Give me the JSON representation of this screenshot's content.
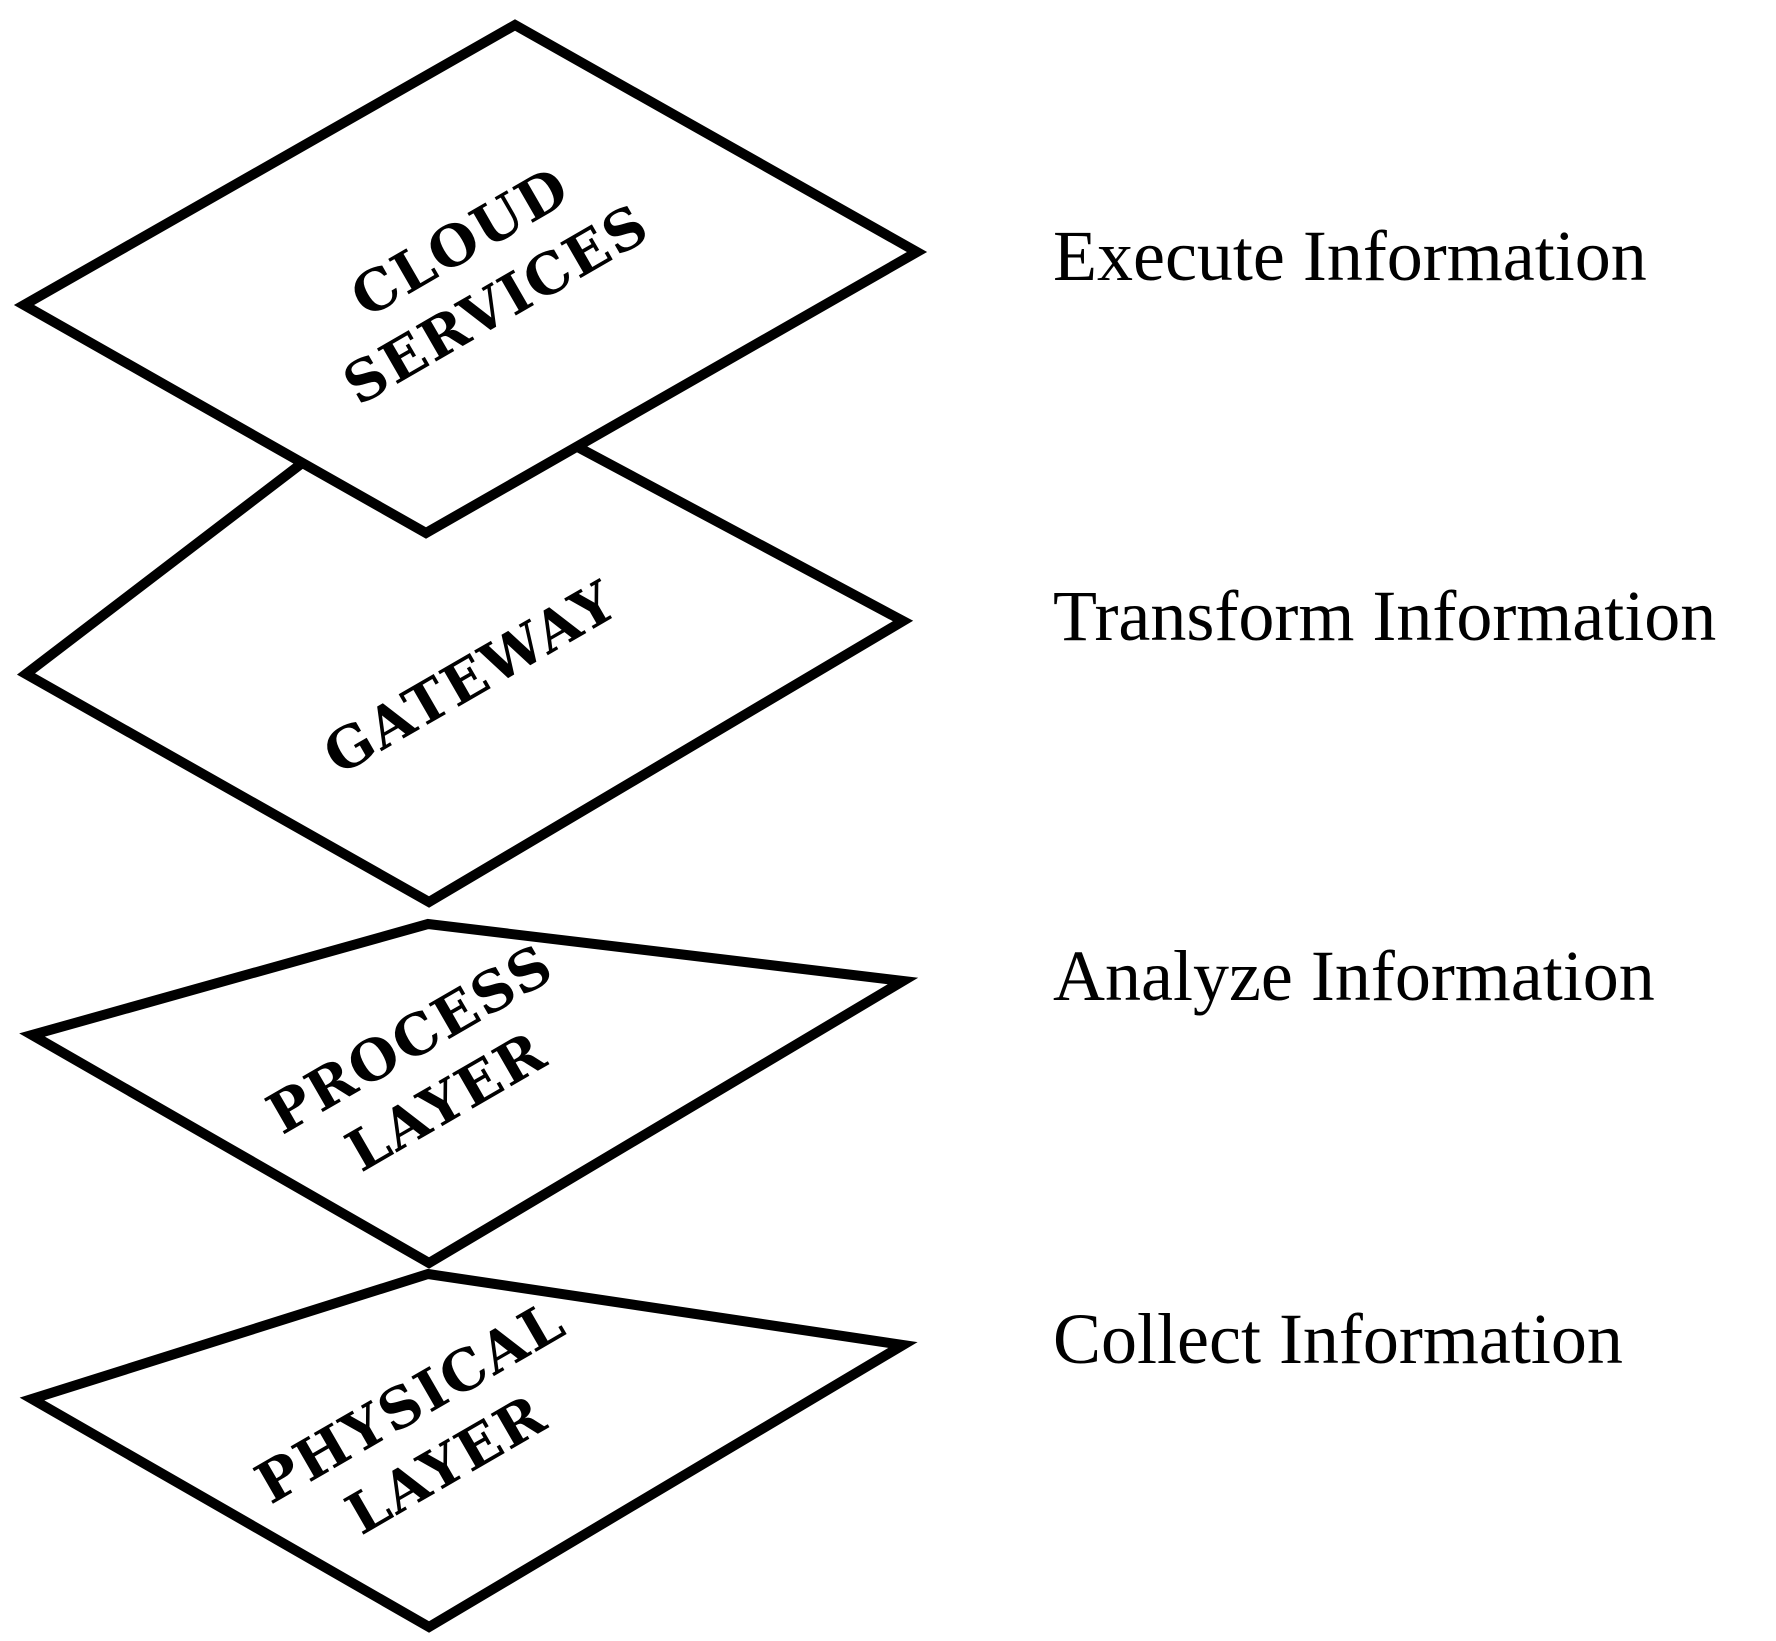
{
  "layers": [
    {
      "id": "physical",
      "lines": [
        "PHYSICAL",
        "LAYER"
      ],
      "description": "Collect Information"
    },
    {
      "id": "process",
      "lines": [
        "PROCESS",
        "LAYER"
      ],
      "description": "Analyze Information"
    },
    {
      "id": "gateway",
      "lines": [
        "GATEWAY"
      ],
      "description": "Transform Information"
    },
    {
      "id": "cloud",
      "lines": [
        "CLOUD",
        "SERVICES"
      ],
      "description": "Execute Information"
    }
  ],
  "colors": {
    "stroke": "#000000",
    "fill": "#ffffff",
    "text": "#000000"
  }
}
